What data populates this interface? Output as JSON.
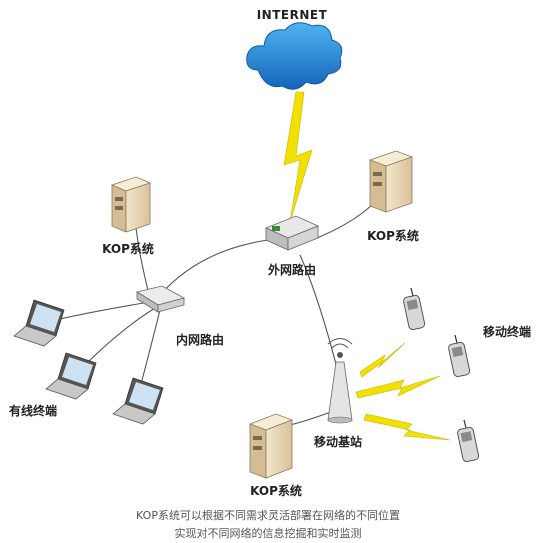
{
  "labels": {
    "internet": "INTERNET",
    "kop_top_left": "KOP系统",
    "kop_top_right": "KOP系统",
    "kop_bottom": "KOP系统",
    "external_router": "外网路由",
    "internal_router": "内网路由",
    "wired_terminals": "有线终端",
    "mobile_terminals": "移动终端",
    "mobile_base_station": "移动基站"
  },
  "caption": {
    "line1": "KOP系统可以根据不同需求灵活部署在网络的不同位置",
    "line2": "实现对不同网络的信息挖掘和实时监测"
  },
  "colors": {
    "cloud": "#1f86d6",
    "lightning": "#f2e000",
    "server": "#ead8b6",
    "line": "#555555"
  }
}
